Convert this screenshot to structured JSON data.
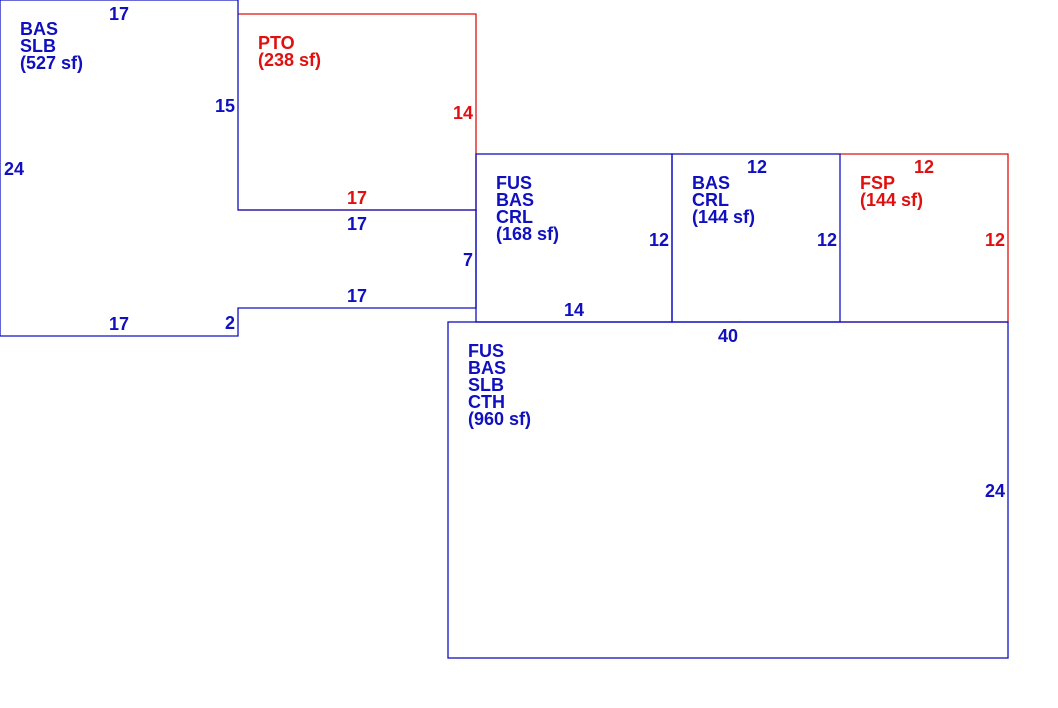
{
  "colors": {
    "living": "#1010c0",
    "porch": "#e01010"
  },
  "areas": {
    "a1": {
      "codes": [
        "BAS",
        "SLB"
      ],
      "area": "(527 sf)",
      "kind": "living"
    },
    "a2": {
      "codes": [
        "PTO"
      ],
      "area": "(238 sf)",
      "kind": "porch"
    },
    "a3": {
      "codes": [
        "FUS",
        "BAS",
        "CRL"
      ],
      "area": "(168 sf)",
      "kind": "living"
    },
    "a4": {
      "codes": [
        "BAS",
        "CRL"
      ],
      "area": "(144 sf)",
      "kind": "living"
    },
    "a5": {
      "codes": [
        "FSP"
      ],
      "area": "(144 sf)",
      "kind": "porch"
    },
    "a6": {
      "codes": [
        "FUS",
        "BAS",
        "SLB",
        "CTH"
      ],
      "area": "(960 sf)",
      "kind": "living"
    }
  },
  "dims": {
    "a1_top": "17",
    "a1_left": "24",
    "a1_inner_right": "15",
    "a1_bottom": "17",
    "a1_jog": "2",
    "a2_right": "14",
    "a2_bottom": "17",
    "neck_top": "17",
    "neck_bottom": "17",
    "neck_right": "7",
    "a3_right": "12",
    "a3_bottom": "14",
    "a4_top": "12",
    "a4_right": "12",
    "a5_top": "12",
    "a5_right": "12",
    "a6_top": "40",
    "a6_right": "24"
  }
}
